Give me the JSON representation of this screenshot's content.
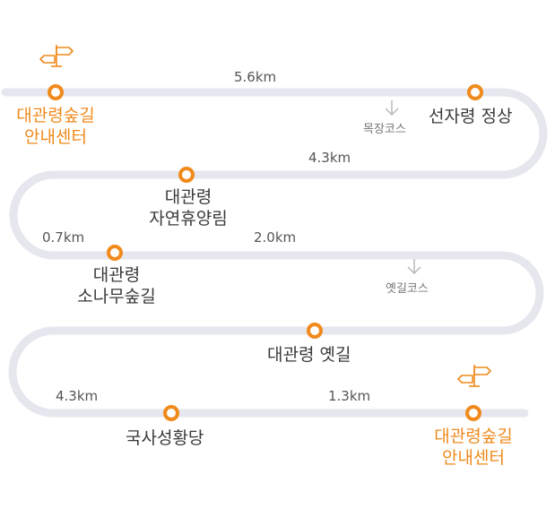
{
  "colors": {
    "track": "#e6e7ee",
    "marker": "#f08a1c",
    "label_orange": "#f08a1c",
    "label_dark": "#3a3a3a",
    "arrow": "#b5b5b5"
  },
  "icons": {
    "start_sign": "signpost-icon",
    "end_sign": "signpost-icon",
    "course_arrow": "arrow-down-icon"
  },
  "places": {
    "start_line1": "대관령숲길",
    "start_line2": "안내센터",
    "summit": "선자령 정상",
    "forest_line1": "대관령",
    "forest_line2": "자연휴양림",
    "pine_line1": "대관령",
    "pine_line2": "소나무숲길",
    "oldroad": "대관령 옛길",
    "shrine": "국사성황당",
    "end_line1": "대관령숲길",
    "end_line2": "안내센터"
  },
  "distances": {
    "d1": "5.6km",
    "d2": "4.3km",
    "d3": "0.7km",
    "d4": "2.0km",
    "d5": "4.3km",
    "d6": "1.3km"
  },
  "courses": {
    "ranch": "목장코스",
    "oldroad": "옛길코스"
  }
}
